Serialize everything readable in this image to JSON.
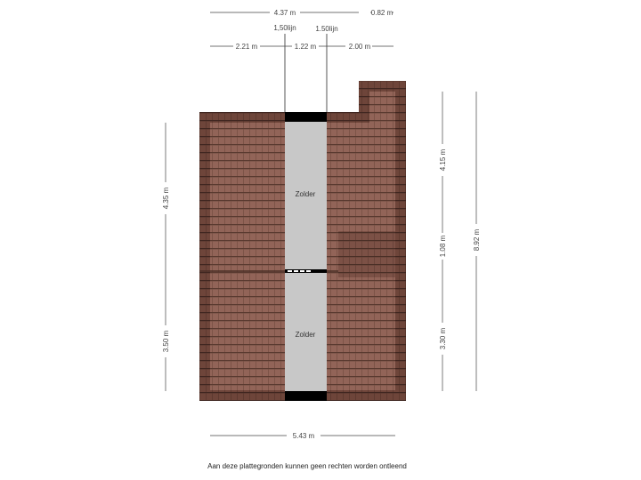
{
  "dimensions": {
    "top_total": "4.37 m",
    "top_right": "0.82 m",
    "segment_left": "2.21 m",
    "segment_middle": "1.22 m",
    "segment_right": "2.00 m",
    "line_label_1": "1,50lijn",
    "line_label_2": "1.50lijn",
    "left_upper": "4.35 m",
    "left_lower": "3.50 m",
    "right_upper": "4.15 m",
    "right_middle": "1.08 m",
    "right_lower": "3.30 m",
    "right_total": "8.92 m",
    "bottom_total": "5.43 m"
  },
  "rooms": {
    "upper": "Zolder",
    "lower": "Zolder"
  },
  "disclaimer": "Aan deze plattegronden kunnen geen rechten worden ontleend",
  "colors": {
    "roof": "#8a5a4e",
    "roof_edge": "#5e3a30",
    "corridor": "#c8c8c8"
  }
}
